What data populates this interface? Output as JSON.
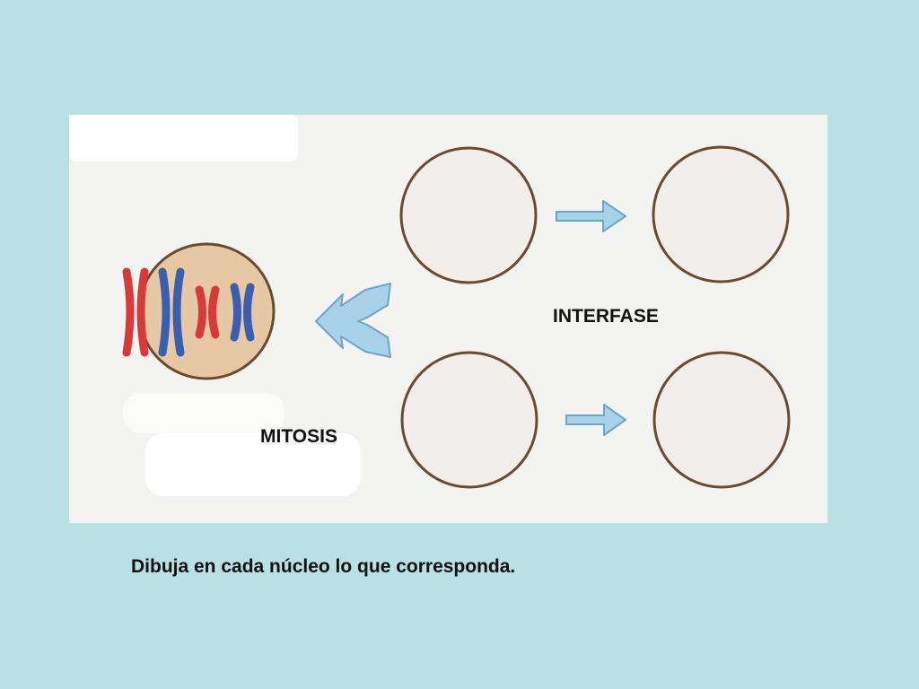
{
  "diagram": {
    "labels": {
      "interfase": "INTERFASE",
      "mitosis": "MITOSIS"
    },
    "instruction": "Dibuja en cada núcleo lo que corresponda.",
    "colors": {
      "background": "#b9e0e3",
      "figure_background": "#f3f3f1",
      "parent_nucleus_fill": "#e6c9a4",
      "nucleus_outline": "#6b4a2f",
      "empty_nucleus_fill": "#f2eeec",
      "chromosome_red": "#d83a3a",
      "chromosome_blue": "#3b5fb0",
      "arrow_fill": "#a8d2ea",
      "arrow_stroke": "#6ea4c8"
    },
    "icons": {
      "parent_nucleus": "cell-nucleus-with-chromosomes-icon",
      "split_arrow": "double-arrow-icon",
      "arrow": "right-arrow-icon"
    }
  }
}
